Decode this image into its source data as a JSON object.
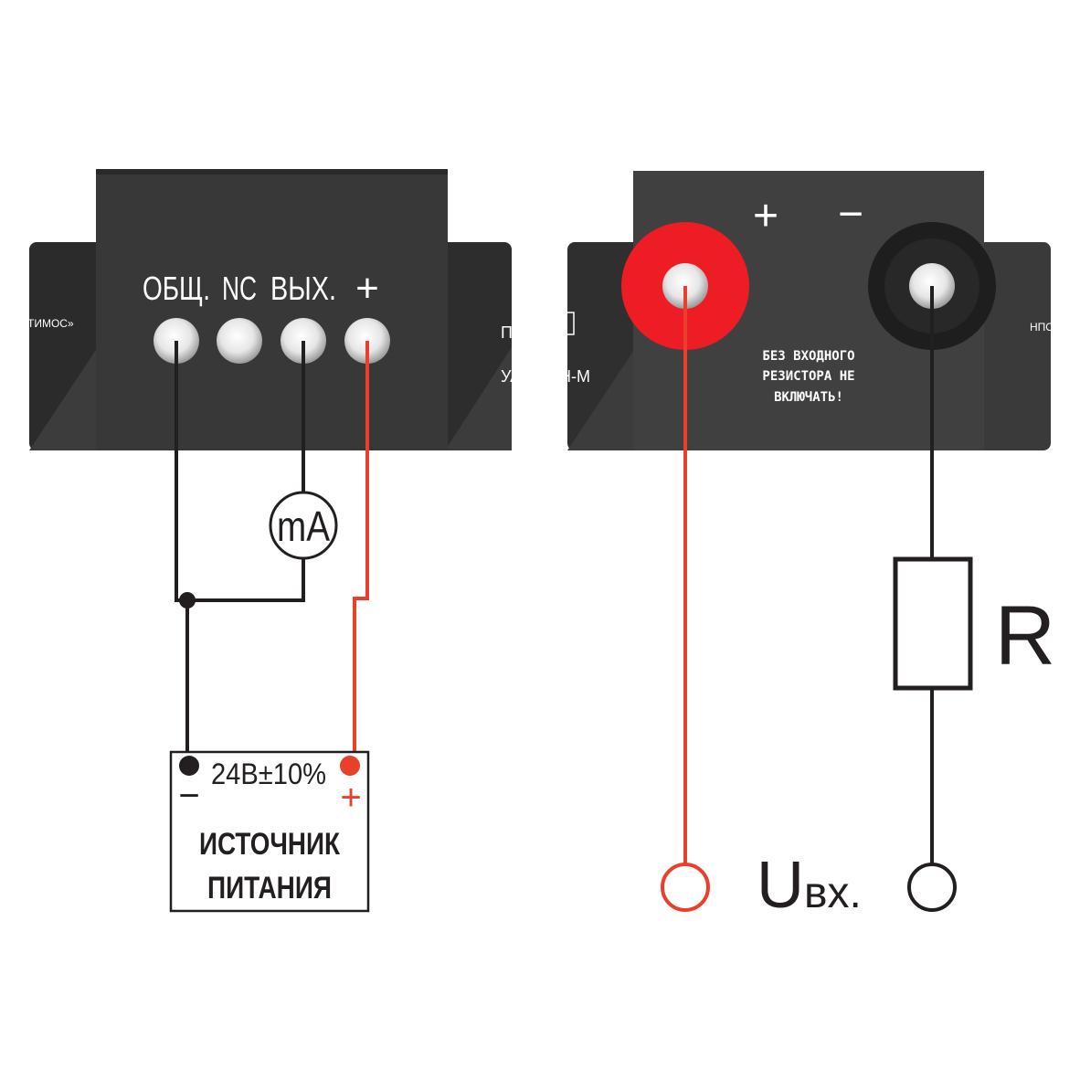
{
  "left_device": {
    "terminal_labels": [
      "ОБЩ.",
      "NC",
      "ВЫХ.",
      "+"
    ],
    "side_text_left": "ТИМОС»",
    "side_text_right": [
      "ПИ",
      "УА"
    ]
  },
  "ammeter_label": "mA",
  "power_supply": {
    "voltage": "24В±10%",
    "minus": "−",
    "plus": "+",
    "title_line1": "ИСТОЧНИК",
    "title_line2": "ПИТАНИЯ"
  },
  "right_device": {
    "plus": "+",
    "minus": "−",
    "warning": [
      "БЕЗ ВХОДНОГО",
      "РЕЗИСТОРА НЕ",
      "ВКЛЮЧАТЬ!"
    ],
    "side_text_left": "Н-М",
    "side_text_right": "НПО «ТЕ"
  },
  "resistor_label": "R",
  "input_label": {
    "main": "U",
    "sub": "вх."
  },
  "colors": {
    "red": "#e8402a",
    "body": "#3a3a3a",
    "black_wire": "#231f20"
  }
}
